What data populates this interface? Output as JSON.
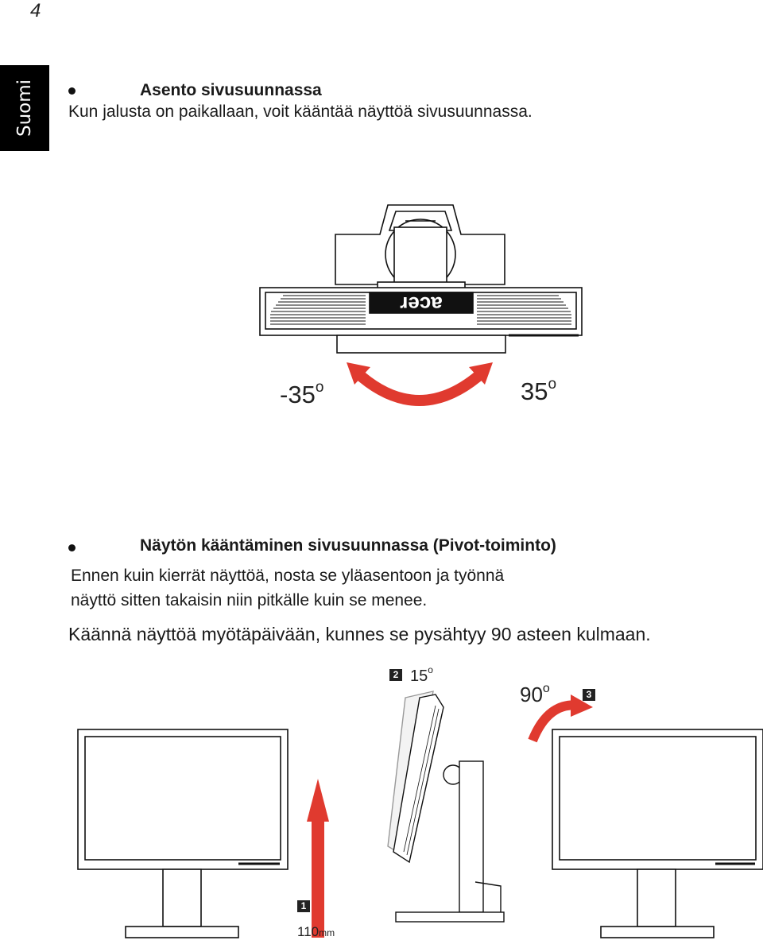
{
  "page": {
    "number": "4",
    "language_tab": "Suomi"
  },
  "section1": {
    "heading": "Asento sivusuunnassa",
    "body": "Kun jalusta on paikallaan, voit kääntää näyttöä sivusuunnassa."
  },
  "swivel_figure": {
    "brand": "acer",
    "left_angle": "-35",
    "right_angle": "35",
    "degree_symbol": "o",
    "arrow_color": "#e03a2f"
  },
  "section2": {
    "heading": "Näytön kääntäminen sivusuunnassa (Pivot-toiminto)",
    "body_line1": "Ennen kuin kierrät näyttöä, nosta se yläasentoon ja työnnä",
    "body_line2": "näyttö sitten takaisin niin pitkälle kuin se menee.",
    "instruction": "Käännä näyttöä myötäpäivään, kunnes se pysähtyy 90 asteen kulmaan."
  },
  "pivot_figure": {
    "step1": {
      "number": "1",
      "value": "110",
      "unit": "mm"
    },
    "step2": {
      "number": "2",
      "value": "15",
      "unit": "o"
    },
    "step3": {
      "number": "3",
      "value": "90",
      "unit": "o"
    },
    "arrow_color": "#e03a2f"
  }
}
